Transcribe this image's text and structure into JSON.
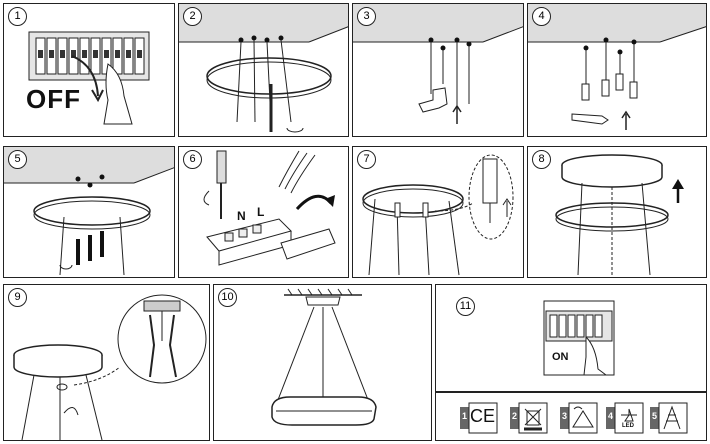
{
  "steps": [
    "1",
    "2",
    "3",
    "4",
    "5",
    "6",
    "7",
    "8",
    "9",
    "10",
    "11"
  ],
  "labels": {
    "off": "OFF",
    "on": "ON",
    "wire_n": "N",
    "wire_l": "L"
  },
  "symbols": [
    "1",
    "2",
    "3",
    "4",
    "5"
  ],
  "ce_mark": "CE",
  "led_label": "LED"
}
